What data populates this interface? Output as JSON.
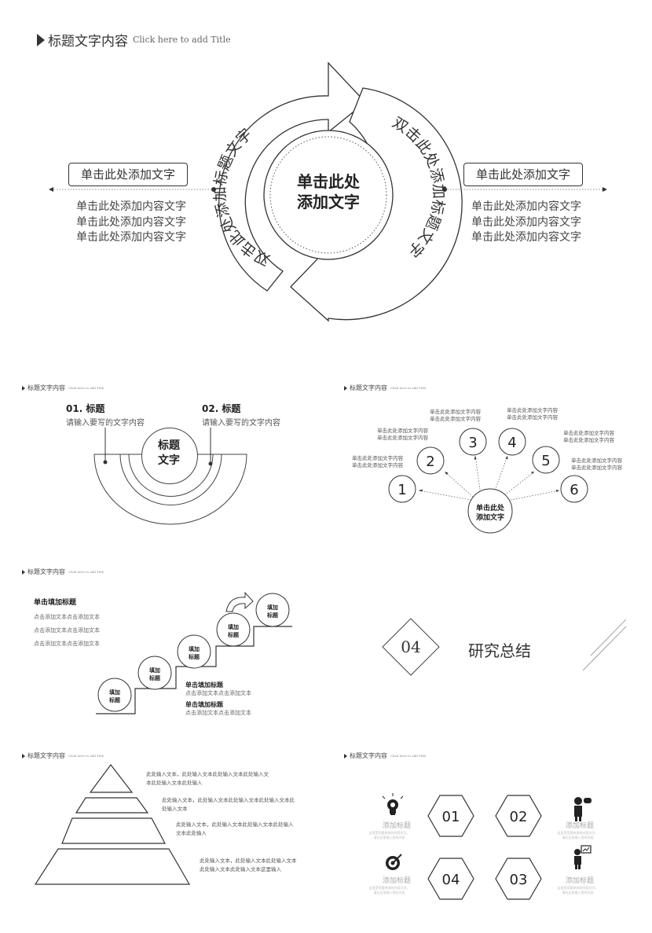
{
  "slide1": {
    "title": "标题文字内容",
    "subtitle": "Click here to add Title",
    "center_line1": "单击此处",
    "center_line2": "添加文字",
    "arc_left_text": "双击此处添加标题文字",
    "arc_right_text": "双击此处添加标题文字",
    "left_box": "单击此处添加文字",
    "right_box": "单击此处添加文字",
    "left_lines": [
      "单击此处添加内容文字",
      "单击此处添加内容文字",
      "单击此处添加内容文字"
    ],
    "right_lines": [
      "单击此处添加内容文字",
      "单击此处添加内容文字",
      "单击此处添加内容文字"
    ]
  },
  "slide2": {
    "title": "标题文字内容",
    "subtitle": "Click here to add Title",
    "item1_title": "01. 标题",
    "item1_desc": "请输入要写的文字内容",
    "item2_title": "02. 标题",
    "item2_desc": "请输入要写的文字内容",
    "center_line1": "标题",
    "center_line2": "文字"
  },
  "slide3": {
    "title": "标题文字内容",
    "subtitle": "Click here to add Title",
    "center_line1": "单击此处",
    "center_line2": "添加文字",
    "nodes": [
      "1",
      "2",
      "3",
      "4",
      "5",
      "6"
    ],
    "node_text": "单击此处添加文字内容"
  },
  "slide4": {
    "title": "标题文字内容",
    "subtitle": "Click here to add Title",
    "heading": "单击填加标题",
    "lines": [
      "点击添加文本点击添加文本",
      "点击添加文本点击添加文本",
      "点击添加文本点击添加文本"
    ],
    "step_line1": "填加",
    "step_line2": "标题",
    "sub1_title": "单击填加标题",
    "sub1_text": "点击添加文本点击添加文本",
    "sub2_title": "单击填加标题",
    "sub2_text": "点击添加文本点击添加文本"
  },
  "slide5": {
    "number": "04",
    "title": "研究总结"
  },
  "slide6": {
    "title": "标题文字内容",
    "subtitle": "Click here to add Title",
    "texts": [
      "此处输入文本，此处输入文本此处输入文本此处输入文本此处输入文本此处输入",
      "此处输入文本，此处输入文本此处输入文本此处输入文本此处输入文本",
      "此处输入文本，此处输入文本此处输入文本此处输入文本此处输入",
      "此处输入文本，此处输入文本此处输入文本此处输入文本此处输入文本这里输入"
    ]
  },
  "slide7": {
    "title": "标题文字内容",
    "subtitle": "Click here to add Title",
    "hex": [
      "01",
      "02",
      "04",
      "03"
    ],
    "label": "添加标题",
    "desc": "这里是您要修改的内容文字，请在这里输入您的内容",
    "icons": [
      "lightbulb-icon",
      "binoculars-icon",
      "target-icon",
      "presenter-icon"
    ]
  }
}
